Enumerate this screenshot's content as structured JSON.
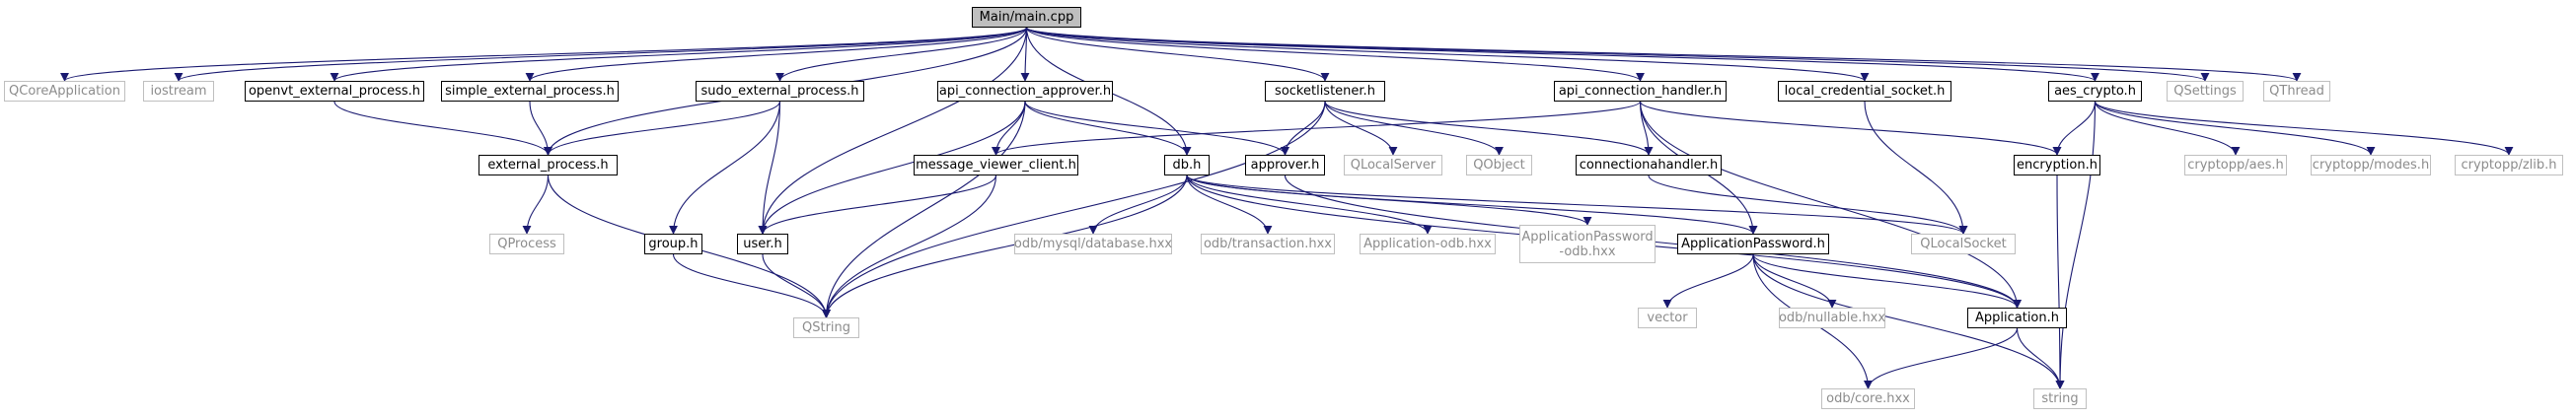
{
  "colors": {
    "edge": "#191970",
    "internal_border": "#000000",
    "external_border": "#bfbfbf",
    "external_text": "#8c8c8c",
    "root_fill": "#bfbfbf"
  },
  "nodes": {
    "main": {
      "label": "Main/main.cpp",
      "kind": "root"
    },
    "qcoreapplication": {
      "label": "QCoreApplication",
      "kind": "external"
    },
    "iostream": {
      "label": "iostream",
      "kind": "external"
    },
    "openvt": {
      "label": "openvt_external_process.h",
      "kind": "internal"
    },
    "simple": {
      "label": "simple_external_process.h",
      "kind": "internal"
    },
    "sudo": {
      "label": "sudo_external_process.h",
      "kind": "internal"
    },
    "approverclass": {
      "label": "api_connection_approver.h",
      "kind": "internal"
    },
    "socketlistener": {
      "label": "socketlistener.h",
      "kind": "internal"
    },
    "apihandler": {
      "label": "api_connection_handler.h",
      "kind": "internal"
    },
    "localcred": {
      "label": "local_credential_socket.h",
      "kind": "internal"
    },
    "aescrypto": {
      "label": "aes_crypto.h",
      "kind": "internal"
    },
    "qsettings": {
      "label": "QSettings",
      "kind": "external"
    },
    "qthread": {
      "label": "QThread",
      "kind": "external"
    },
    "extprocess": {
      "label": "external_process.h",
      "kind": "internal"
    },
    "msgviewer": {
      "label": "message_viewer_client.h",
      "kind": "internal"
    },
    "db": {
      "label": "db.h",
      "kind": "internal"
    },
    "approver": {
      "label": "approver.h",
      "kind": "internal"
    },
    "qlocalserver": {
      "label": "QLocalServer",
      "kind": "external"
    },
    "qobject": {
      "label": "QObject",
      "kind": "external"
    },
    "connhandler": {
      "label": "connectionahandler.h",
      "kind": "internal"
    },
    "encryption": {
      "label": "encryption.h",
      "kind": "internal"
    },
    "cryaes": {
      "label": "cryptopp/aes.h",
      "kind": "external"
    },
    "crymodes": {
      "label": "cryptopp/modes.h",
      "kind": "external"
    },
    "cryzlib": {
      "label": "cryptopp/zlib.h",
      "kind": "external"
    },
    "qprocess": {
      "label": "QProcess",
      "kind": "external"
    },
    "group": {
      "label": "group.h",
      "kind": "internal"
    },
    "user": {
      "label": "user.h",
      "kind": "internal"
    },
    "odbmysql": {
      "label": "odb/mysql/database.hxx",
      "kind": "external"
    },
    "odbtrans": {
      "label": "odb/transaction.hxx",
      "kind": "external"
    },
    "appodb": {
      "label": "Application-odb.hxx",
      "kind": "external"
    },
    "apppwodb": {
      "label": "ApplicationPassword\n-odb.hxx",
      "kind": "external"
    },
    "apppw": {
      "label": "ApplicationPassword.h",
      "kind": "internal"
    },
    "qlocalsocket": {
      "label": "QLocalSocket",
      "kind": "external"
    },
    "qstring": {
      "label": "QString",
      "kind": "external"
    },
    "vector": {
      "label": "vector",
      "kind": "external"
    },
    "odbnullable": {
      "label": "odb/nullable.hxx",
      "kind": "external"
    },
    "application": {
      "label": "Application.h",
      "kind": "internal"
    },
    "odbcore": {
      "label": "odb/core.hxx",
      "kind": "external"
    },
    "string": {
      "label": "string",
      "kind": "external"
    }
  },
  "edges": [
    [
      "main",
      "qcoreapplication"
    ],
    [
      "main",
      "iostream"
    ],
    [
      "main",
      "openvt"
    ],
    [
      "main",
      "simple"
    ],
    [
      "main",
      "sudo"
    ],
    [
      "main",
      "approverclass"
    ],
    [
      "main",
      "socketlistener"
    ],
    [
      "main",
      "apihandler"
    ],
    [
      "main",
      "localcred"
    ],
    [
      "main",
      "aescrypto"
    ],
    [
      "main",
      "qsettings"
    ],
    [
      "main",
      "qthread"
    ],
    [
      "main",
      "extprocess"
    ],
    [
      "main",
      "user"
    ],
    [
      "main",
      "db"
    ],
    [
      "openvt",
      "extprocess"
    ],
    [
      "simple",
      "extprocess"
    ],
    [
      "sudo",
      "extprocess"
    ],
    [
      "sudo",
      "group"
    ],
    [
      "sudo",
      "user"
    ],
    [
      "extprocess",
      "qprocess"
    ],
    [
      "extprocess",
      "qstring"
    ],
    [
      "group",
      "qstring"
    ],
    [
      "user",
      "qstring"
    ],
    [
      "approverclass",
      "msgviewer"
    ],
    [
      "approverclass",
      "db"
    ],
    [
      "approverclass",
      "approver"
    ],
    [
      "approverclass",
      "user"
    ],
    [
      "approverclass",
      "qstring"
    ],
    [
      "socketlistener",
      "approver"
    ],
    [
      "socketlistener",
      "qlocalserver"
    ],
    [
      "socketlistener",
      "qobject"
    ],
    [
      "socketlistener",
      "connhandler"
    ],
    [
      "socketlistener",
      "qstring"
    ],
    [
      "apihandler",
      "msgviewer"
    ],
    [
      "apihandler",
      "connhandler"
    ],
    [
      "apihandler",
      "encryption"
    ],
    [
      "apihandler",
      "apppw"
    ],
    [
      "apihandler",
      "application"
    ],
    [
      "localcred",
      "qlocalsocket"
    ],
    [
      "aescrypto",
      "encryption"
    ],
    [
      "aescrypto",
      "cryaes"
    ],
    [
      "aescrypto",
      "crymodes"
    ],
    [
      "aescrypto",
      "cryzlib"
    ],
    [
      "aescrypto",
      "string"
    ],
    [
      "msgviewer",
      "user"
    ],
    [
      "msgviewer",
      "qstring"
    ],
    [
      "db",
      "odbmysql"
    ],
    [
      "db",
      "odbtrans"
    ],
    [
      "db",
      "appodb"
    ],
    [
      "db",
      "apppwodb"
    ],
    [
      "db",
      "apppw"
    ],
    [
      "db",
      "application"
    ],
    [
      "db",
      "qstring"
    ],
    [
      "db",
      "qlocalsocket"
    ],
    [
      "approver",
      "application"
    ],
    [
      "connhandler",
      "qlocalsocket"
    ],
    [
      "encryption",
      "string"
    ],
    [
      "apppw",
      "vector"
    ],
    [
      "apppw",
      "odbnullable"
    ],
    [
      "apppw",
      "odbcore"
    ],
    [
      "apppw",
      "string"
    ],
    [
      "apppw",
      "application"
    ],
    [
      "application",
      "odbcore"
    ],
    [
      "application",
      "string"
    ]
  ]
}
